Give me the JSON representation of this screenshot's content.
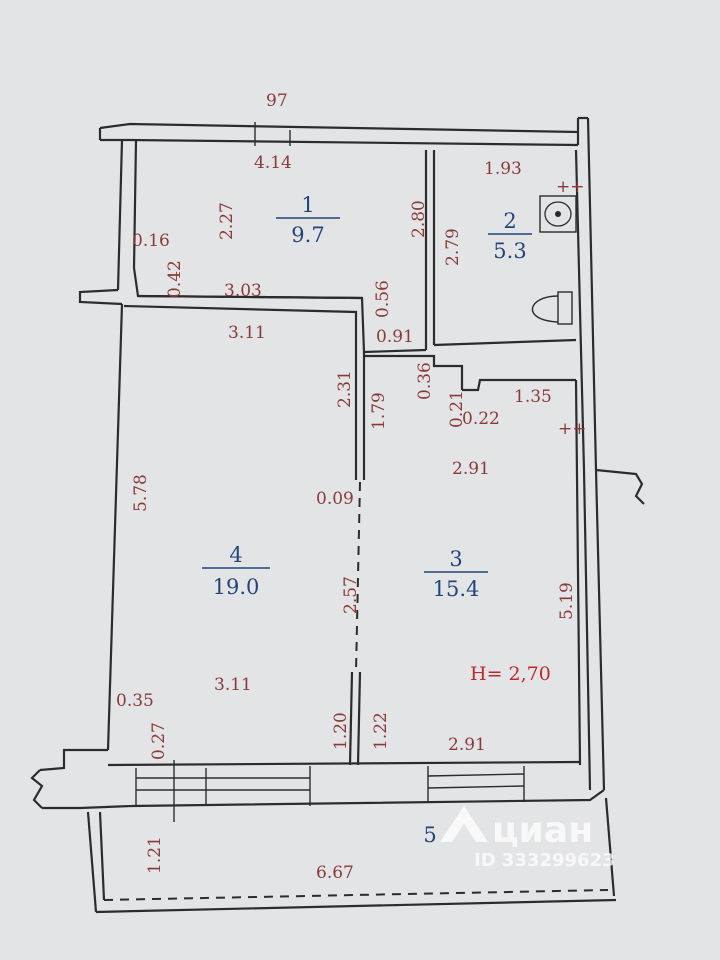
{
  "rooms": [
    {
      "number": "1",
      "area": "9.7"
    },
    {
      "number": "2",
      "area": "5.3"
    },
    {
      "number": "3",
      "area": "15.4"
    },
    {
      "number": "4",
      "area": "19.0"
    },
    {
      "number": "5"
    }
  ],
  "height_label": "H= 2,70",
  "dimensions": {
    "top_97": "97",
    "d_4_14": "4.14",
    "d_2_27": "2.27",
    "d_0_16": "0.16",
    "d_0_42": "0.42",
    "d_3_03": "3.03",
    "d_2_80": "2.80",
    "d_2_79": "2.79",
    "d_0_56": "0.56",
    "d_0_91": "0.91",
    "d_1_93": "1.93",
    "d_3_11_top": "3.11",
    "d_2_31": "2.31",
    "d_1_79": "1.79",
    "d_0_36": "0.36",
    "d_0_21": "0.21",
    "d_0_22": "0.22",
    "d_1_35": "1.35",
    "d_2_91_top": "2.91",
    "d_5_78": "5.78",
    "d_0_09": "0.09",
    "d_2_57": "2.57",
    "d_5_19": "5.19",
    "d_0_35": "0.35",
    "d_3_11_bottom": "3.11",
    "d_0_27": "0.27",
    "d_1_20": "1.20",
    "d_1_22": "1.22",
    "d_2_91_bottom": "2.91",
    "d_1_21": "1.21",
    "d_6_67": "6.67"
  },
  "symbols": {
    "outlet_a": "++",
    "outlet_b": "++"
  },
  "watermark": {
    "brand": "циан",
    "id": "ID 333299623"
  }
}
